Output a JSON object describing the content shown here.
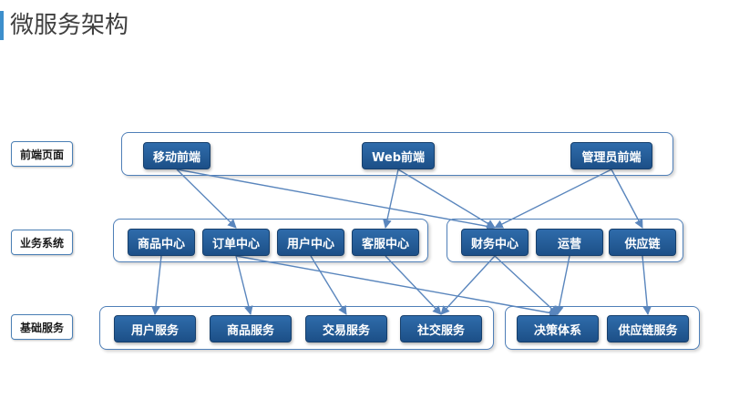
{
  "title": "微服务架构",
  "row_labels": {
    "frontend": "前端页面",
    "business": "业务系统",
    "base": "基础服务"
  },
  "nodes": {
    "mobile": "移动前端",
    "web": "Web前端",
    "admin": "管理员前端",
    "product_center": "商品中心",
    "order_center": "订单中心",
    "user_center": "用户中心",
    "cs_center": "客服中心",
    "finance_center": "财务中心",
    "operations": "运营",
    "supply_chain": "供应链",
    "user_service": "用户服务",
    "product_service": "商品服务",
    "trade_service": "交易服务",
    "social_service": "社交服务",
    "decision_system": "决策体系",
    "supply_chain_service": "供应链服务"
  },
  "edges": [
    [
      "mobile",
      "order_center"
    ],
    [
      "mobile",
      "finance_center"
    ],
    [
      "web",
      "cs_center"
    ],
    [
      "web",
      "finance_center"
    ],
    [
      "admin",
      "finance_center"
    ],
    [
      "admin",
      "supply_chain"
    ],
    [
      "product_center",
      "user_service"
    ],
    [
      "order_center",
      "product_service"
    ],
    [
      "order_center",
      "decision_system"
    ],
    [
      "user_center",
      "trade_service"
    ],
    [
      "cs_center",
      "social_service"
    ],
    [
      "finance_center",
      "social_service"
    ],
    [
      "finance_center",
      "decision_system"
    ],
    [
      "operations",
      "decision_system"
    ],
    [
      "supply_chain",
      "supply_chain_service"
    ]
  ],
  "colors": {
    "node_fill": "#1f5797",
    "group_border": "#4f7fb8",
    "arrow": "#5a86bd",
    "title_accent": "#3d8fcc"
  }
}
